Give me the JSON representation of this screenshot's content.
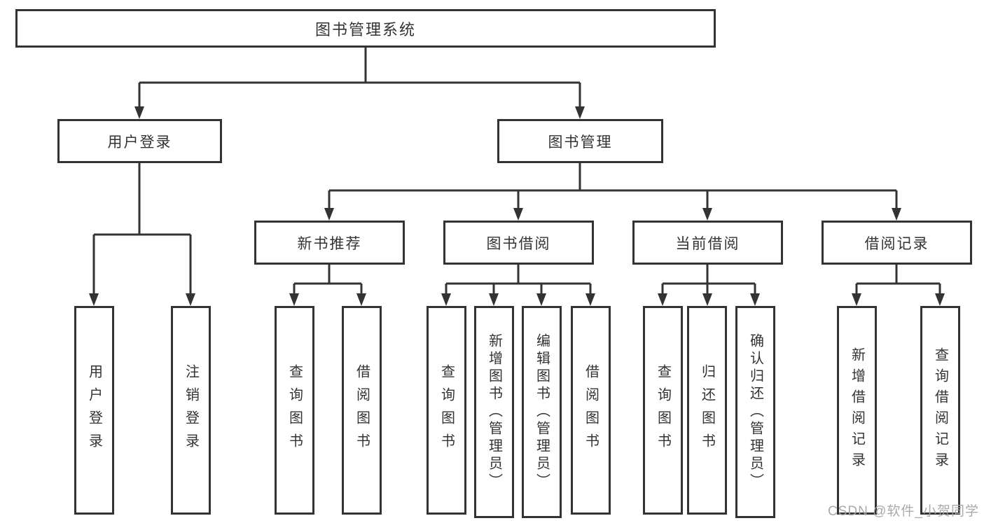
{
  "tree": {
    "root": {
      "label": "图书管理系统"
    },
    "children": [
      {
        "label": "用户登录",
        "children": [
          {
            "label": "用户登录"
          },
          {
            "label": "注销登录"
          }
        ]
      },
      {
        "label": "图书管理",
        "children": [
          {
            "label": "新书推荐",
            "children": [
              {
                "label": "查询图书"
              },
              {
                "label": "借阅图书"
              }
            ]
          },
          {
            "label": "图书借阅",
            "children": [
              {
                "label": "查询图书"
              },
              {
                "label": "新增图书（管理员）"
              },
              {
                "label": "编辑图书（管理员）"
              },
              {
                "label": "借阅图书"
              }
            ]
          },
          {
            "label": "当前借阅",
            "children": [
              {
                "label": "查询图书"
              },
              {
                "label": "归还图书"
              },
              {
                "label": "确认归还（管理员）"
              }
            ]
          },
          {
            "label": "借阅记录",
            "children": [
              {
                "label": "新增借阅记录"
              },
              {
                "label": "查询借阅记录"
              }
            ]
          }
        ]
      }
    ]
  },
  "watermark": {
    "text": "CSDN @软件_小贺同学"
  },
  "colors": {
    "line": "#333333",
    "box_border": "#333333",
    "text": "#333333",
    "watermark": "#a5a5a5",
    "background": "#ffffff"
  }
}
